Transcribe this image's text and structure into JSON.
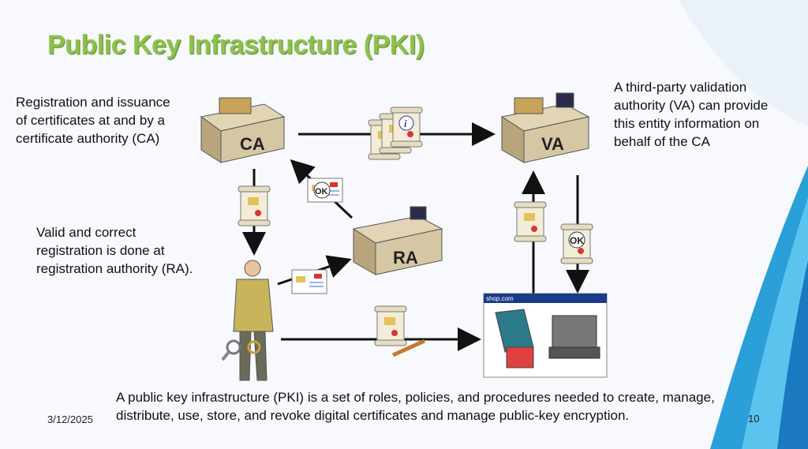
{
  "slide": {
    "title": "Public Key Infrastructure (PKI)",
    "date": "3/12/2025",
    "page_number": "10"
  },
  "notes": {
    "ca": "Registration and issuance of certificates at and by a certificate authority (CA)",
    "va": "A third-party validation authority (VA) can provide this entity information on behalf of the CA",
    "ra": "Valid and correct registration is done at registration authority (RA).",
    "pki": "A public key infrastructure (PKI) is a set of roles, policies, and procedures needed to create, manage, distribute, use, store, and revoke digital certificates and manage public-key encryption."
  },
  "diagram": {
    "ca_label": "CA",
    "va_label": "VA",
    "ra_label": "RA",
    "shop_title": "shop.com",
    "ok_label": "OK",
    "info_glyph": "i"
  },
  "colors": {
    "title": "#8bc34a",
    "desk": "#d6c7a4",
    "wave_blue": "#2a9fd8"
  }
}
